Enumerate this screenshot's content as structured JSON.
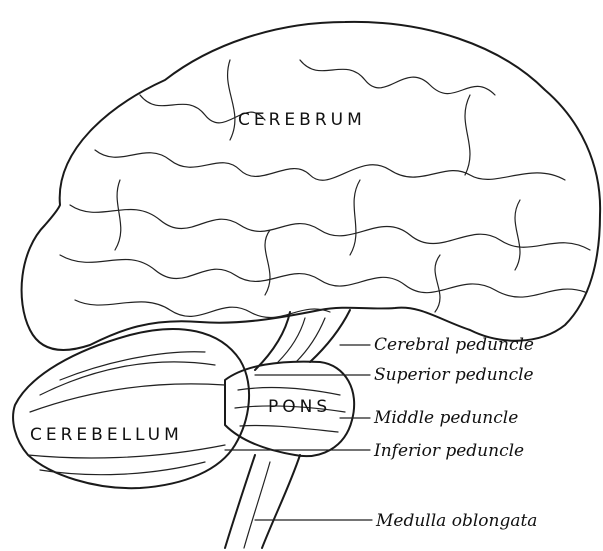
{
  "regions": {
    "cerebrum": "CEREBRUM",
    "cerebellum": "CEREBELLUM",
    "pons": "PONS"
  },
  "labels": {
    "cerebral_peduncle": "Cerebral peduncle",
    "superior_peduncle": "Superior peduncle",
    "middle_peduncle": "Middle peduncle",
    "inferior_peduncle": "Inferior peduncle",
    "medulla_oblongata": "Medulla oblongata"
  }
}
